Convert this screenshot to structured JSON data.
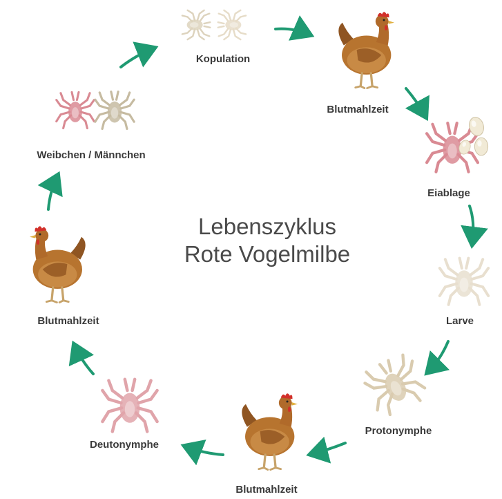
{
  "title": {
    "line1": "Lebenszyklus",
    "line2": "Rote Vogelmilbe"
  },
  "stages": {
    "kopulation": "Kopulation",
    "blutmahlzeit_1": "Blutmahlzeit",
    "eiablage": "Eiablage",
    "larve": "Larve",
    "protonymphe": "Protonymphe",
    "blutmahlzeit_2": "Blutmahlzeit",
    "deutonymphe": "Deutonymphe",
    "blutmahlzeit_3": "Blutmahlzeit",
    "weibchen_maennchen": "Weibchen / Männchen"
  },
  "icons": {
    "hen": "hen-icon",
    "mite_red": "red-mite-icon",
    "mite_beige": "beige-mite-icon",
    "mite_pale": "pale-mite-icon",
    "egg": "egg-icon",
    "arrow": "cycle-arrow-icon"
  },
  "colors": {
    "arrow": "#1f9a72",
    "text": "#3a3a3a",
    "title": "#4a4a4a",
    "mite_red": "#d98a93",
    "mite_beige": "#cbbfa6",
    "mite_pale": "#e8dfcf",
    "hen": "#b7742f"
  }
}
